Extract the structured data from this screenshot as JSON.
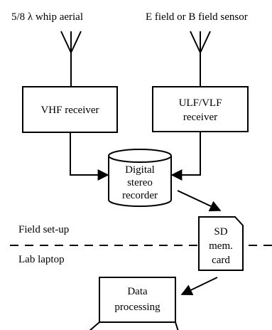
{
  "antennas": {
    "left_label": "5/8 λ whip aerial",
    "right_label": "E field or B field sensor"
  },
  "blocks": {
    "vhf_receiver": "VHF receiver",
    "ulf_vlf_receiver": [
      "ULF/VLF",
      "receiver"
    ],
    "recorder": [
      "Digital",
      "stereo",
      "recorder"
    ],
    "sd_card": [
      "SD",
      "mem.",
      "card"
    ],
    "data_processing": [
      "Data",
      "processing"
    ]
  },
  "divider": {
    "top_label": "Field set-up",
    "bottom_label": "Lab laptop"
  }
}
